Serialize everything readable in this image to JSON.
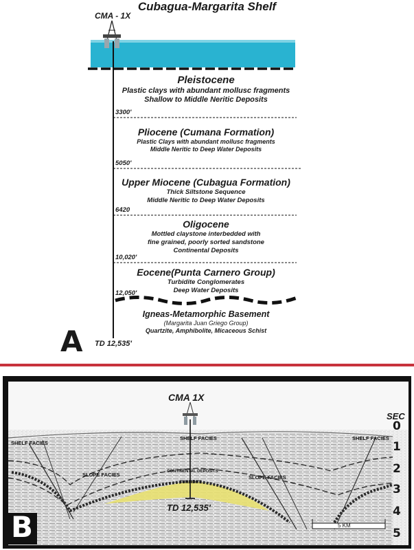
{
  "panel_a": {
    "title": "Cubagua-Margarita Shelf",
    "well": "CMA - 1X",
    "units": [
      {
        "name": "Pleistocene",
        "lines": [
          "Plastic clays with abundant mollusc fragments",
          "Shallow to Middle Neritic Deposits"
        ]
      },
      {
        "name": "Pliocene (Cumana Formation)",
        "lines": [
          "Plastic Clays with abundant mollusc fragments",
          "Middle Neritic to Deep Water Deposits"
        ]
      },
      {
        "name": "Upper Miocene (Cubagua Formation)",
        "lines": [
          "Thick Siltstone Sequence",
          "Middle Neritic to Deep Water Deposits"
        ]
      },
      {
        "name": "Oligocene",
        "lines": [
          "Mottled claystone interbedded with",
          "fine grained, poorly sorted sandstone",
          "Continental Deposits"
        ]
      },
      {
        "name": "Eocene(Punta Carnero Group)",
        "lines": [
          "Turbidite Conglomerates",
          "Deep Water Deposits"
        ]
      },
      {
        "name": "Igneas-Metamorphic Basement",
        "lines": [
          "(Margarita Juan Griego Group)",
          "Quartzite, Amphibolite, Micaceous Schist"
        ]
      }
    ],
    "depths": [
      "3300'",
      "5050'",
      "6420",
      "10,020'",
      "12,050'"
    ],
    "td": "TD 12,535'",
    "letter": "A"
  },
  "panel_b": {
    "well": "CMA 1X",
    "letter": "B",
    "sec_label": "SEC",
    "sec_ticks": [
      "0",
      "1",
      "2",
      "3",
      "4",
      "5"
    ],
    "labels": {
      "shelf_left": "SHELF FACIES",
      "shelf_center": "SHELF FACIES",
      "shelf_right": "SHELF FACIES",
      "slope_left": "SLOPE FACIES",
      "slope_right": "SLOPE FACIES",
      "continental": "CONTINENTAL DEPOSITS",
      "turbidite": "TURBIDITE"
    },
    "td": "TD 12,535'",
    "scale": "5 KM"
  },
  "colors": {
    "water": "#29b3d1",
    "divider": "#c8323c",
    "turbidite": "#e8e070",
    "frame": "#111111"
  }
}
